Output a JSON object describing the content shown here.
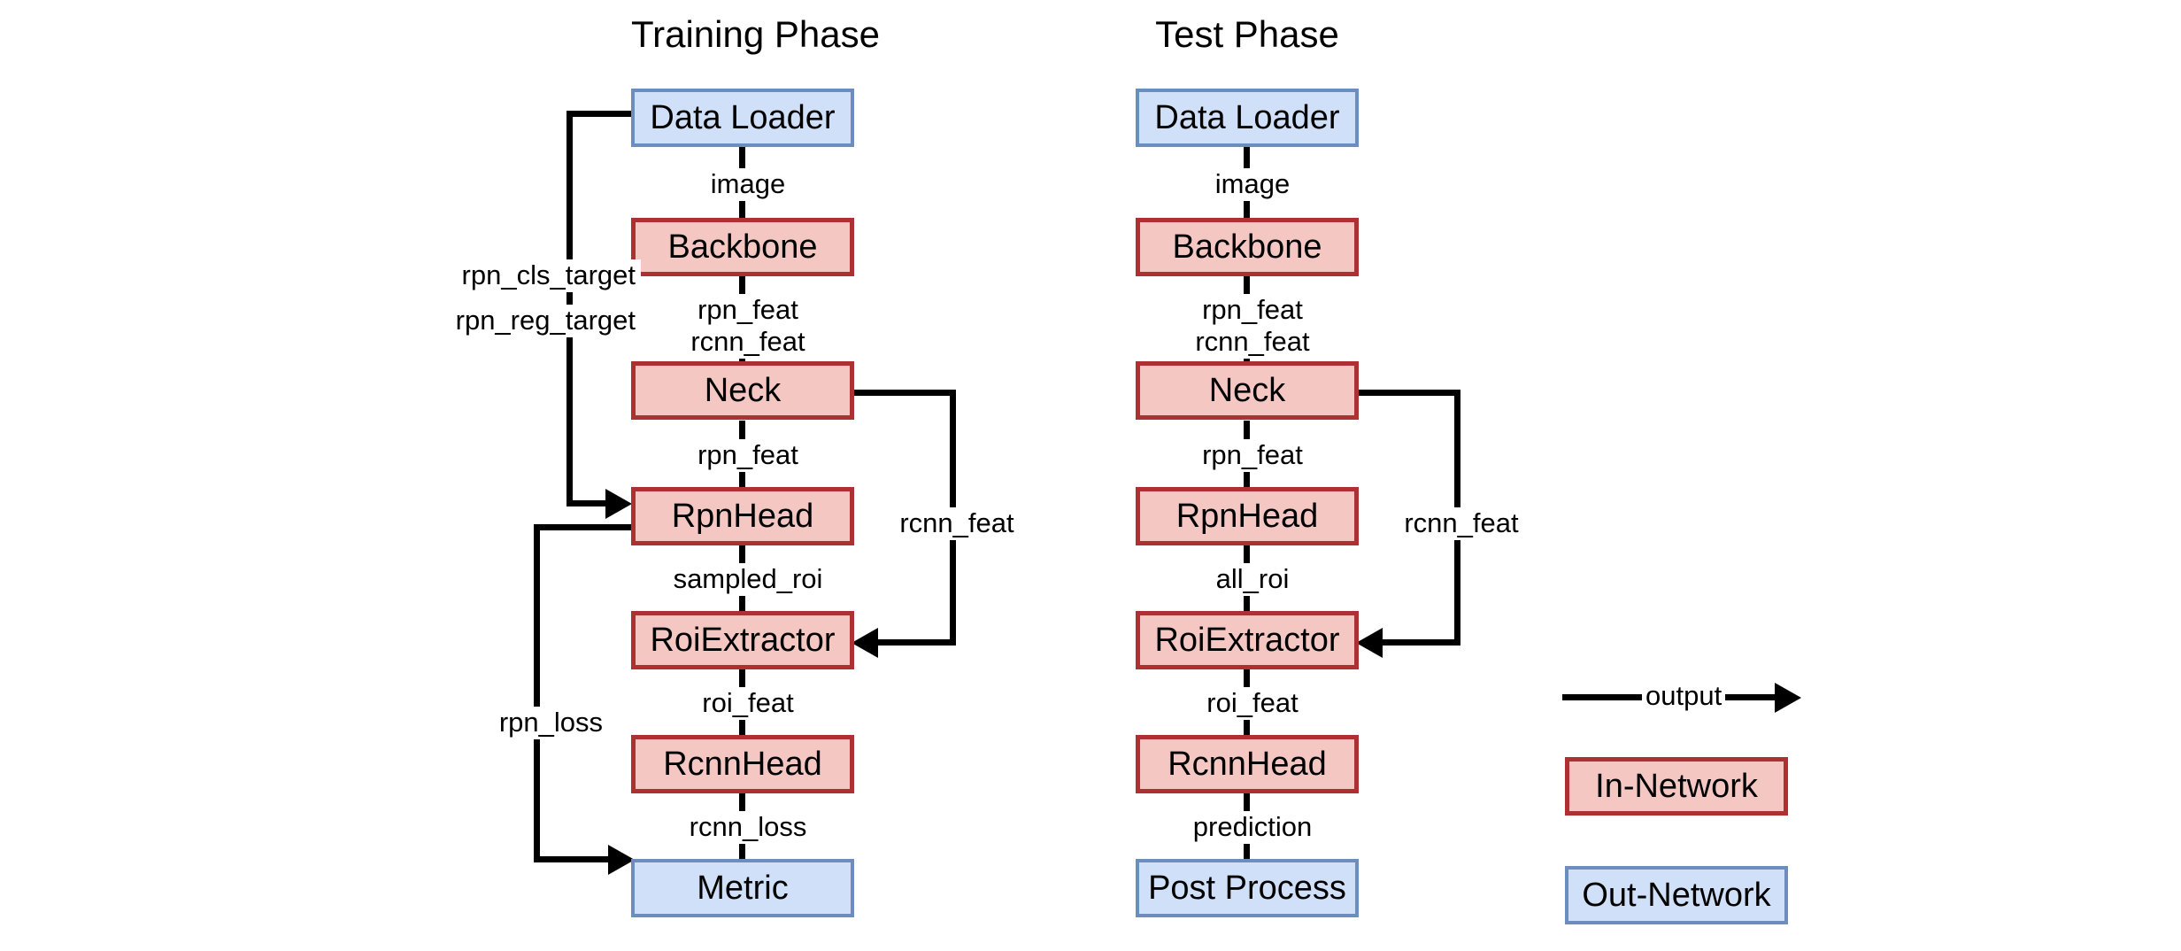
{
  "diagram": {
    "title_training": "Training Phase",
    "title_test": "Test Phase",
    "colors": {
      "in_network_fill": "#f4c7c3",
      "in_network_border": "#ad3032",
      "out_network_fill": "#cfe0f8",
      "out_network_border": "#6c8ebf",
      "edge": "#000000",
      "text": "#000000",
      "background": "#ffffff"
    }
  },
  "training": {
    "nodes": [
      {
        "id": "data-loader",
        "label": "Data Loader",
        "kind": "out-network"
      },
      {
        "id": "backbone",
        "label": "Backbone",
        "kind": "in-network"
      },
      {
        "id": "neck",
        "label": "Neck",
        "kind": "in-network"
      },
      {
        "id": "rpn-head",
        "label": "RpnHead",
        "kind": "in-network"
      },
      {
        "id": "roi-extractor",
        "label": "RoiExtractor",
        "kind": "in-network"
      },
      {
        "id": "rcnn-head",
        "label": "RcnnHead",
        "kind": "in-network"
      },
      {
        "id": "metric",
        "label": "Metric",
        "kind": "out-network"
      }
    ],
    "edge_labels": {
      "image": "image",
      "rpn_feat_rcnn_feat_line1": "rpn_feat",
      "rpn_feat_rcnn_feat_line2": "rcnn_feat",
      "rpn_feat": "rpn_feat",
      "sampled_roi": "sampled_roi",
      "roi_feat": "roi_feat",
      "rcnn_loss": "rcnn_loss",
      "rcnn_feat_branch": "rcnn_feat",
      "rpn_cls_target": "rpn_cls_target",
      "rpn_reg_target": "rpn_reg_target",
      "rpn_loss": "rpn_loss"
    }
  },
  "test": {
    "nodes": [
      {
        "id": "data-loader",
        "label": "Data Loader",
        "kind": "out-network"
      },
      {
        "id": "backbone",
        "label": "Backbone",
        "kind": "in-network"
      },
      {
        "id": "neck",
        "label": "Neck",
        "kind": "in-network"
      },
      {
        "id": "rpn-head",
        "label": "RpnHead",
        "kind": "in-network"
      },
      {
        "id": "roi-extractor",
        "label": "RoiExtractor",
        "kind": "in-network"
      },
      {
        "id": "rcnn-head",
        "label": "RcnnHead",
        "kind": "in-network"
      },
      {
        "id": "post-process",
        "label": "Post Process",
        "kind": "out-network"
      }
    ],
    "edge_labels": {
      "image": "image",
      "rpn_feat_rcnn_feat_line1": "rpn_feat",
      "rpn_feat_rcnn_feat_line2": "rcnn_feat",
      "rpn_feat": "rpn_feat",
      "all_roi": "all_roi",
      "roi_feat": "roi_feat",
      "prediction": "prediction",
      "rcnn_feat_branch": "rcnn_feat"
    }
  },
  "legend": {
    "output_label": "output",
    "in_network_label": "In-Network",
    "out_network_label": "Out-Network"
  }
}
